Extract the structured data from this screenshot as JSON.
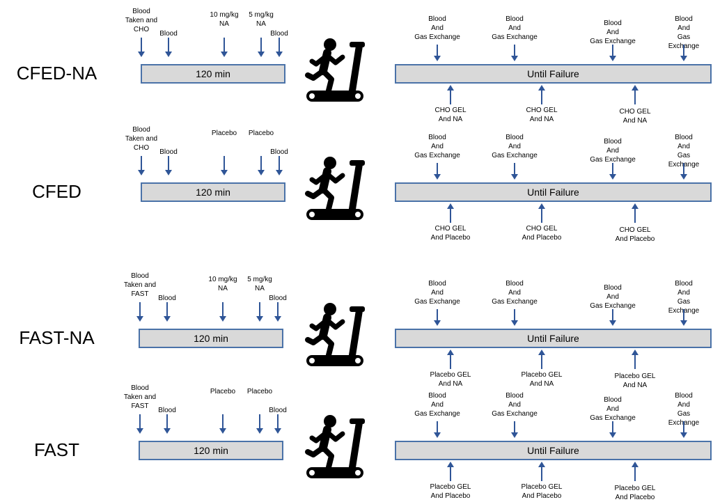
{
  "protocols": [
    {
      "label": "CFED-NA",
      "pre_bar": "120 min",
      "main_bar": "Until Failure",
      "pre_events": [
        "Blood\nTaken and\nCHO",
        "Blood",
        "10 mg/kg\nNA",
        "5 mg/kg\nNA",
        "Blood"
      ],
      "main_top": [
        "Blood\nAnd\nGas Exchange",
        "Blood\nAnd\nGas Exchange",
        "Blood\nAnd\nGas Exchange",
        "Blood\nAnd\nGas Exchange"
      ],
      "main_bottom": [
        "CHO GEL\nAnd NA",
        "CHO GEL\nAnd NA",
        "CHO GEL\nAnd NA"
      ]
    },
    {
      "label": "CFED",
      "pre_bar": "120 min",
      "main_bar": "Until Failure",
      "pre_events": [
        "Blood\nTaken and\nCHO",
        "Blood",
        "Placebo",
        "Placebo",
        "Blood"
      ],
      "main_top": [
        "Blood\nAnd\nGas Exchange",
        "Blood\nAnd\nGas Exchange",
        "Blood\nAnd\nGas Exchange",
        "Blood\nAnd\nGas Exchange"
      ],
      "main_bottom": [
        "CHO GEL\nAnd Placebo",
        "CHO GEL\nAnd Placebo",
        "CHO GEL\nAnd Placebo"
      ]
    },
    {
      "label": "FAST-NA",
      "pre_bar": "120 min",
      "main_bar": "Until Failure",
      "pre_events": [
        "Blood\nTaken and\nFAST",
        "Blood",
        "10 mg/kg\nNA",
        "5 mg/kg\nNA",
        "Blood"
      ],
      "main_top": [
        "Blood\nAnd\nGas Exchange",
        "Blood\nAnd\nGas Exchange",
        "Blood\nAnd\nGas Exchange",
        "Blood\nAnd\nGas Exchange"
      ],
      "main_bottom": [
        "Placebo GEL\nAnd NA",
        "Placebo GEL\nAnd NA",
        "Placebo GEL\nAnd NA"
      ]
    },
    {
      "label": "FAST",
      "pre_bar": "120 min",
      "main_bar": "Until Failure",
      "pre_events": [
        "Blood\nTaken and\nFAST",
        "Blood",
        "Placebo",
        "Placebo",
        "Blood"
      ],
      "main_top": [
        "Blood\nAnd\nGas Exchange",
        "Blood\nAnd\nGas Exchange",
        "Blood\nAnd\nGas Exchange",
        "Blood\nAnd\nGas Exchange"
      ],
      "main_bottom": [
        "Placebo GEL\nAnd Placebo",
        "Placebo GEL\nAnd Placebo",
        "Placebo GEL\nAnd Placebo"
      ]
    }
  ],
  "colors": {
    "arrow": "#2f5597",
    "bar_fill": "#d9d9d9",
    "bar_border": "#4a72a8",
    "icon": "#000000"
  },
  "icons": {
    "exercise": "treadmill-runner-icon"
  }
}
